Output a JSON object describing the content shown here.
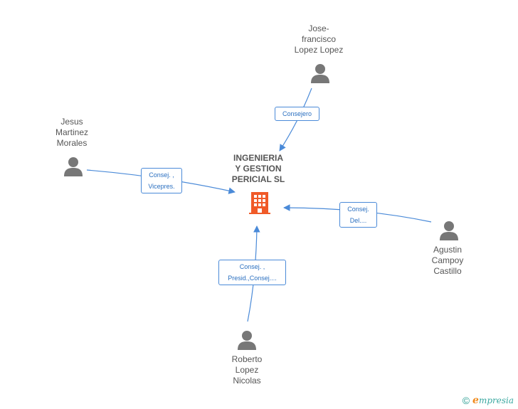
{
  "company": {
    "name": "INGENIERIA\nY GESTION\nPERICIAL SL",
    "icon": "building-icon",
    "color": "#f05a28"
  },
  "people": [
    {
      "id": "jose",
      "name": "Jose-\nfrancisco\nLopez Lopez",
      "icon": "person-icon"
    },
    {
      "id": "jesus",
      "name": "Jesus\nMartinez\nMorales",
      "icon": "person-icon"
    },
    {
      "id": "agustin",
      "name": "Agustin\nCampoy\nCastillo",
      "icon": "person-icon"
    },
    {
      "id": "roberto",
      "name": "Roberto\nLopez\nNicolas",
      "icon": "person-icon"
    }
  ],
  "edges": [
    {
      "from": "jose",
      "label": "Consejero"
    },
    {
      "from": "jesus",
      "label": "Consej. ,\nVicepres."
    },
    {
      "from": "agustin",
      "label": "Consej.\nDel...."
    },
    {
      "from": "roberto",
      "label": "Consej. ,\nPresid.,Consej...."
    }
  ],
  "footer": {
    "copyright_symbol": "©",
    "brand_initial": "e",
    "brand_rest": "mpresia"
  },
  "colors": {
    "edge": "#4a8ad8",
    "person": "#777777",
    "text": "#555555"
  }
}
